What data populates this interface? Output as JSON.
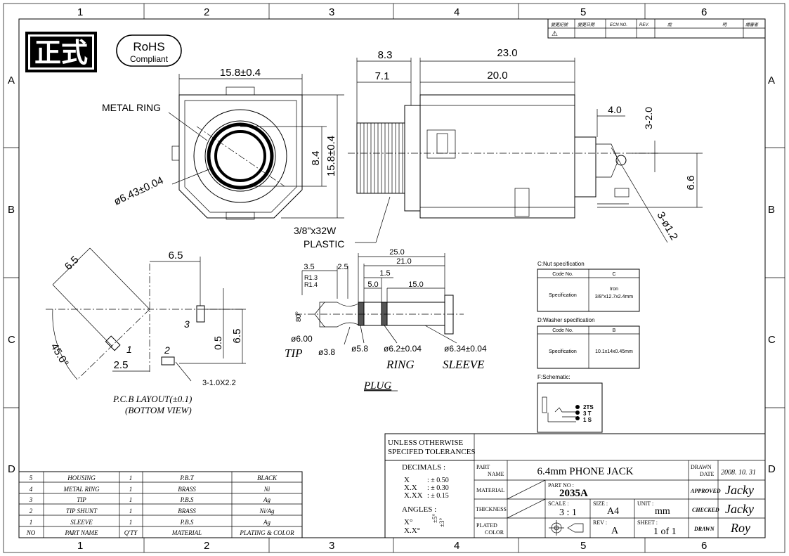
{
  "drawing": {
    "grid_columns": [
      "1",
      "2",
      "3",
      "4",
      "5",
      "6"
    ],
    "grid_rows": [
      "A",
      "B",
      "C",
      "D"
    ],
    "stamp": "正式",
    "rohs": {
      "line1": "RoHS",
      "line2": "Compliant"
    },
    "revision_table": {
      "headers": [
        "變更記號",
        "變更日期",
        "ECN NO.",
        "REV.",
        "說",
        "明",
        "繪審者"
      ],
      "first_row_mark": "⚠"
    }
  },
  "front_view": {
    "width_dim": "15.8±0.4",
    "height_dim": "15.8±0.4",
    "inner_dim": "8.4",
    "metal_ring_label": "METAL RING",
    "diameter_dim": "ø6.43±0.04"
  },
  "side_view": {
    "dim_23": "23.0",
    "dim_20": "20.0",
    "dim_8_3": "8.3",
    "dim_7_1": "7.1",
    "dim_4_0": "4.0",
    "dim_3_2": "3-2.0",
    "dim_6_6": "6.6",
    "dim_hole": "3-ø1.2",
    "thread_label": "3/8\"x32W",
    "plastic_label": "PLASTIC"
  },
  "pcb_layout": {
    "dim_6_5_diag": "6.5",
    "dim_6_5_top": "6.5",
    "dim_6_5_side": "6.5",
    "dim_0_5": "0.5",
    "dim_2_5": "2.5",
    "angle": "45.0°",
    "pin1": "1",
    "pin2": "2",
    "pin3": "3",
    "slot": "3-1.0X2.2",
    "title1": "P.C.B LAYOUT(±0.1)",
    "title2": "(BOTTOM VIEW)"
  },
  "plug": {
    "dim_25": "25.0",
    "dim_21": "21.0",
    "dim_3_5": "3.5",
    "dim_2_5": "2.5",
    "dim_1_5": "1.5",
    "dim_5_0": "5.0",
    "dim_15": "15.0",
    "r13": "R1.3",
    "r14": "R1.4",
    "angle": "80°",
    "d600": "ø6.00",
    "d38": "ø3.8",
    "d58": "ø5.8",
    "d62": "ø6.2±0.04",
    "d634": "ø6.34±0.04",
    "tip": "TIP",
    "ring": "RING",
    "sleeve": "SLEEVE",
    "title": "PLUG"
  },
  "nut_spec": {
    "title": "C:Nut specification",
    "col1": "Code No.",
    "col2": "C",
    "row_label": "Specification",
    "value1": "Iron",
    "value2": "3/8\"x12.7x2.4mm"
  },
  "washer_spec": {
    "title": "D:Washer specification",
    "col1": "Code No.",
    "col2": "B",
    "row_label": "Specification",
    "value": "10.1x14x0.45mm"
  },
  "schematic": {
    "title": "F:Schematic:",
    "p1": "2TS",
    "p2": "3 T",
    "p3": "1 S"
  },
  "bom": {
    "headers": [
      "NO",
      "PART NAME",
      "Q'TY",
      "MATERIAL",
      "PLATING & COLOR"
    ],
    "rows": [
      [
        "5",
        "HOUSING",
        "1",
        "P.B.T",
        "BLACK"
      ],
      [
        "4",
        "METAL RING",
        "1",
        "BRASS",
        "Ni"
      ],
      [
        "3",
        "TIP",
        "1",
        "P.B.S",
        "Ag"
      ],
      [
        "2",
        "TIP SHUNT",
        "1",
        "BRASS",
        "Ni/Ag"
      ],
      [
        "1",
        "SLEEVE",
        "1",
        "P.B.S",
        "Ag"
      ]
    ]
  },
  "title_block": {
    "tol_title1": "UNLESS OTHERWISE",
    "tol_title2": "SPECIFED TOLERANCES",
    "decimals": "DECIMALS :",
    "x": "X",
    "x_tol": ": ± 0.50",
    "xx": "X.X",
    "xx_tol": ": ± 0.30",
    "xxx": "X.XX",
    "xxx_tol": ": ± 0.15",
    "angles": "ANGLES :",
    "a1": "X°",
    "a1_tol": "±5°",
    "a2": "X.X°",
    "a2_tol": "±3°",
    "part_label1": "PART",
    "part_label2": "NAME",
    "part_name": "6.4mm PHONE JACK",
    "material_label": "MATERIAL",
    "part_no_label": "PART NO :",
    "part_no": "2035A",
    "thickness_label": "THICKNESS",
    "scale_label": "SCALE :",
    "scale": "3 : 1",
    "size_label": "SIZE :",
    "size": "A4",
    "unit_label": "UNIT :",
    "unit": "mm",
    "plated_label1": "PLATED",
    "plated_label2": "COLOR",
    "rev_label": "REV :",
    "rev": "A",
    "sheet_label": "SHEET :",
    "sheet": "1 of 1",
    "drawn_date_label1": "DRAWN",
    "drawn_date_label2": "DATE",
    "drawn_date": "2008. 10. 31",
    "approved_label": "APPROVED",
    "approved": "Jacky",
    "checked_label": "CHECKED",
    "checked": "Jacky",
    "drawn_label": "DRAWN",
    "drawn": "Roy"
  }
}
